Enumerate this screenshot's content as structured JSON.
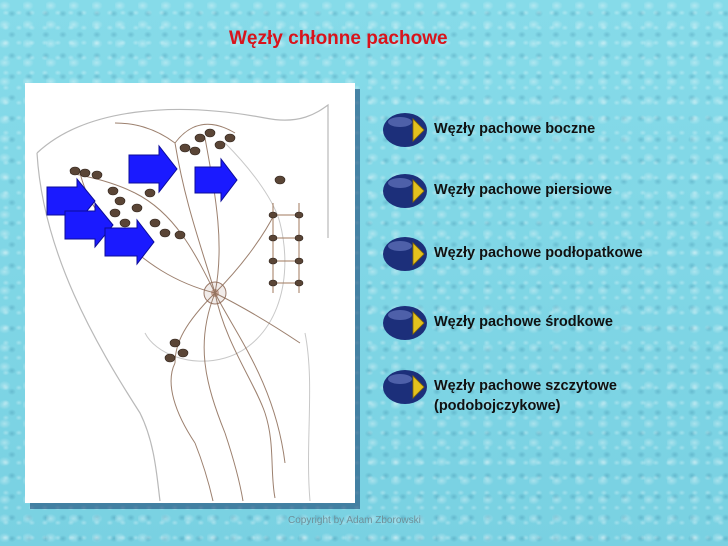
{
  "title": "Węzły chłonne pachowe",
  "legend": [
    {
      "label": "Węzły pachowe boczne"
    },
    {
      "label": "Węzły pachowe piersiowe"
    },
    {
      "label": "Węzły pachowe podłopatkowe"
    },
    {
      "label": "Węzły pachowe środkowe"
    },
    {
      "label": "Węzły pachowe szczytowe (podobojczykowe)"
    }
  ],
  "footer": {
    "copyright": "Copyright by Adam Zborowski"
  },
  "colors": {
    "title": "#d8141c",
    "arrow": "#1a1aff",
    "background": "#7fd6e6",
    "bullet_navy": "#1c2f7a",
    "bullet_gold": "#e4c21e"
  }
}
